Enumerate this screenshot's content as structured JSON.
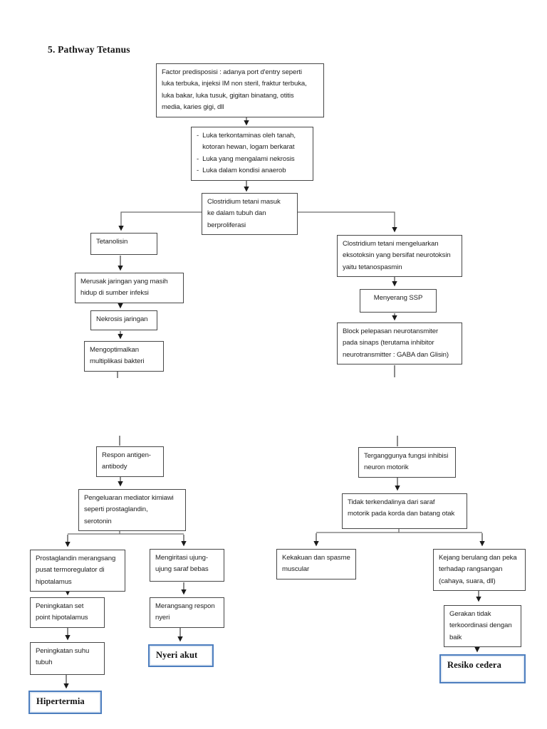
{
  "page": {
    "title": "5. Pathway Tetanus"
  },
  "colors": {
    "box_border": "#474747",
    "diagnosis_box_border": "#4d7ebf",
    "connector_line": "#4a4a4a"
  },
  "nodes": {
    "factor": {
      "text": "Factor predisposisi : adanya port d'entry  seperti\nluka terbuka, injeksi IM non steril, fraktur terbuka,\nluka bakar, luka tusuk, gigitan binatang, otitis\nmedia, karies gigi, dll"
    },
    "luka": {
      "bullet": "-",
      "items": [
        "Luka terkontaminas oleh tanah,\nkotoran hewan, logam berkarat",
        "Luka yang mengalami nekrosis",
        "Luka dalam kondisi anaerob"
      ]
    },
    "clostridium_masuk": {
      "text": "Clostridium tetani masuk\nke dalam tubuh dan\nberproliferasi"
    },
    "tetanolisin": {
      "text": "Tetanolisin"
    },
    "merusak": {
      "text": "Merusak jaringan yang masih\nhidup di sumber infeksi"
    },
    "nekrosis": {
      "text": "Nekrosis jaringan"
    },
    "mengoptimalkan": {
      "text": "Mengoptimalkan\nmultiplikasi bakteri"
    },
    "clostridium_eksotoksin": {
      "text": "Clostridium tetani mengeluarkan\neksotoksin yang bersifat neurotoksin\nyaitu tetanospasmin"
    },
    "menyerang_ssp": {
      "text": "Menyerang SSP"
    },
    "block_pelepasan": {
      "text": "Block pelepasan neurotansmiter\npada sinaps (terutama inhibitor\nneurotransmitter : GABA dan Glisin)"
    },
    "respon_antigen": {
      "text": "Respon antigen-\nantibody"
    },
    "pengeluaran_mediator": {
      "text": "Pengeluaran mediator kimiawi\nseperti prostaglandin,\nserotonin"
    },
    "prostaglandin": {
      "text": "Prostaglandin  merangsang\npusat termoregulator di\nhipotalamus"
    },
    "mengiritasi": {
      "text": "Mengiritasi ujung-\nujung saraf bebas"
    },
    "peningkatan_set_point": {
      "text": "Peningkatan set\npoint hipotalamus"
    },
    "merangsang_respon": {
      "text": "Merangsang respon\nnyeri"
    },
    "peningkatan_suhu": {
      "text": "Peningkatan suhu\ntubuh"
    },
    "hipertermia": {
      "text": "Hipertermia"
    },
    "nyeri_akut": {
      "text": "Nyeri akut"
    },
    "terganggunya": {
      "text": "Terganggunya fungsi inhibisi\nneuron motorik"
    },
    "tidak_terkendalinya": {
      "text": "Tidak terkendalinya dari saraf\nmotorik pada korda dan batang otak"
    },
    "kekakuan": {
      "text": "Kekakuan dan spasme\nmuscular"
    },
    "kejang": {
      "text": "Kejang berulang  dan peka\nterhadap rangsangan\n(cahaya, suara, dll)"
    },
    "gerakan": {
      "text": "Gerakan tidak\nterkoordinasi dengan\nbaik"
    },
    "resiko_cedera": {
      "text": "Resiko cedera"
    }
  }
}
